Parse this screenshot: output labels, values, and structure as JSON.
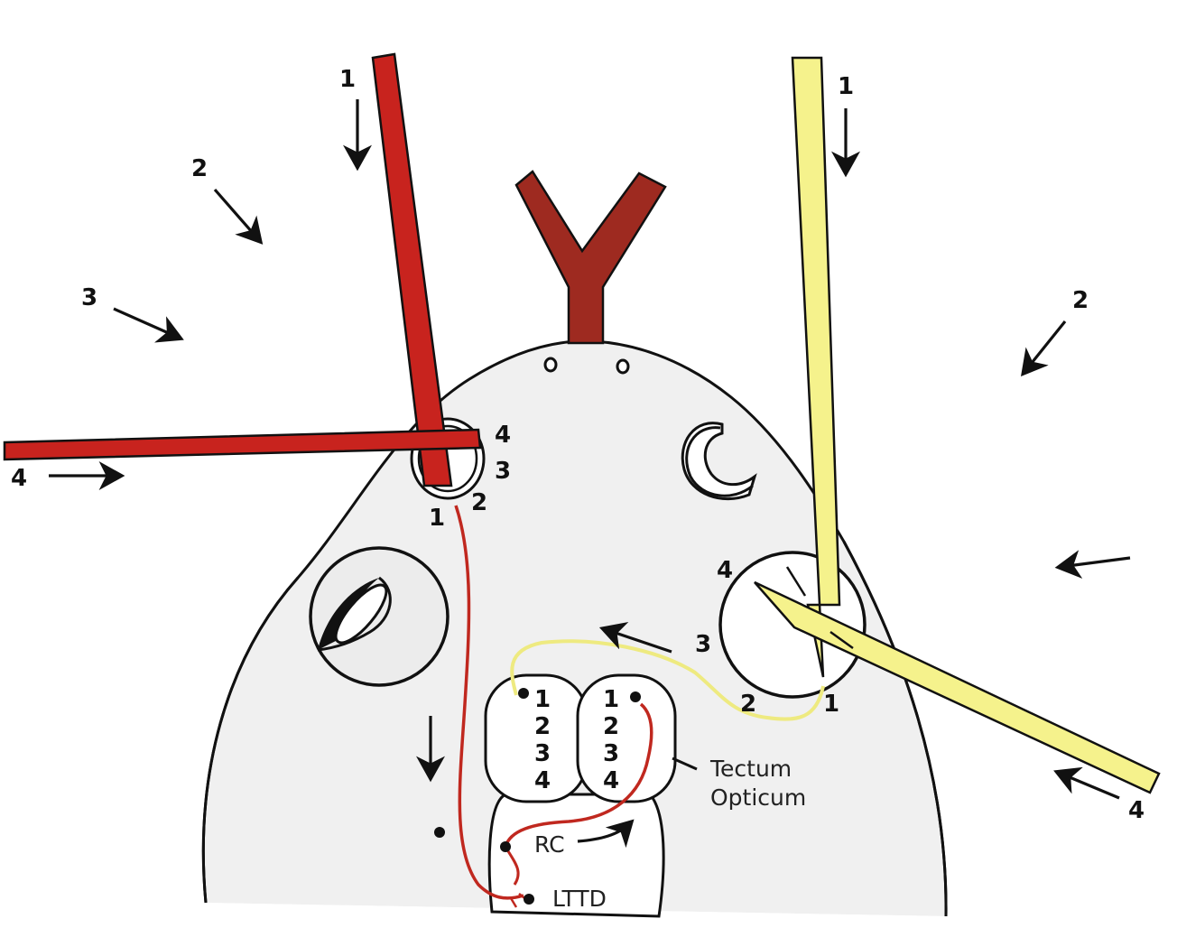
{
  "colors": {
    "red_beam": "#c8231e",
    "red_dark": "#9e2a20",
    "yellow_beam": "#f5f28c",
    "body_fill": "#f0f0f0",
    "outline": "#111111",
    "neuron_red": "#c0281f",
    "neuron_yellow": "#eeea80"
  },
  "left_stimulus": {
    "positions": [
      "1",
      "2",
      "3",
      "4"
    ],
    "receptor_labels": [
      "4",
      "3",
      "2",
      "1"
    ]
  },
  "right_stimulus": {
    "positions": [
      "1",
      "2",
      "4"
    ],
    "receptor_labels": [
      "4",
      "3",
      "2",
      "1"
    ]
  },
  "tectum": {
    "left_layers": [
      "1",
      "2",
      "3",
      "4"
    ],
    "right_layers": [
      "1",
      "2",
      "3",
      "4"
    ],
    "label_line1": "Tectum",
    "label_line2": "Opticum"
  },
  "nuclei": {
    "rc": "RC",
    "lttd": "LTTD"
  }
}
